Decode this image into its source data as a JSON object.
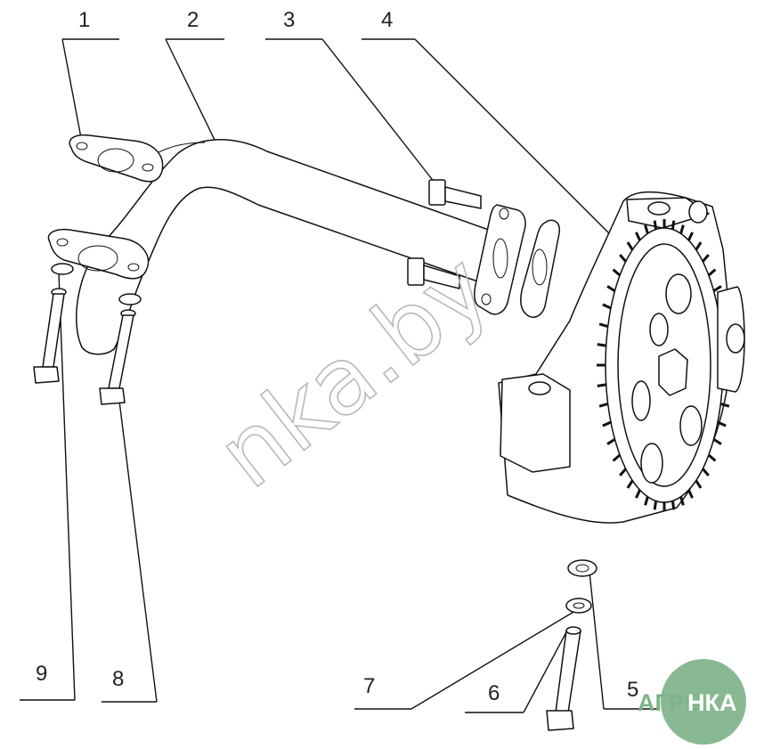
{
  "callouts": [
    "1",
    "2",
    "3",
    "4",
    "5",
    "6",
    "7",
    "8",
    "9"
  ],
  "watermark": "nka.by",
  "logo": {
    "left": "АГРО",
    "right": "НКА"
  },
  "colors": {
    "line": "#111111",
    "watermark": "#b8b8b8",
    "logo_green": "#7fb38a",
    "logo_text": "#ffffff"
  }
}
